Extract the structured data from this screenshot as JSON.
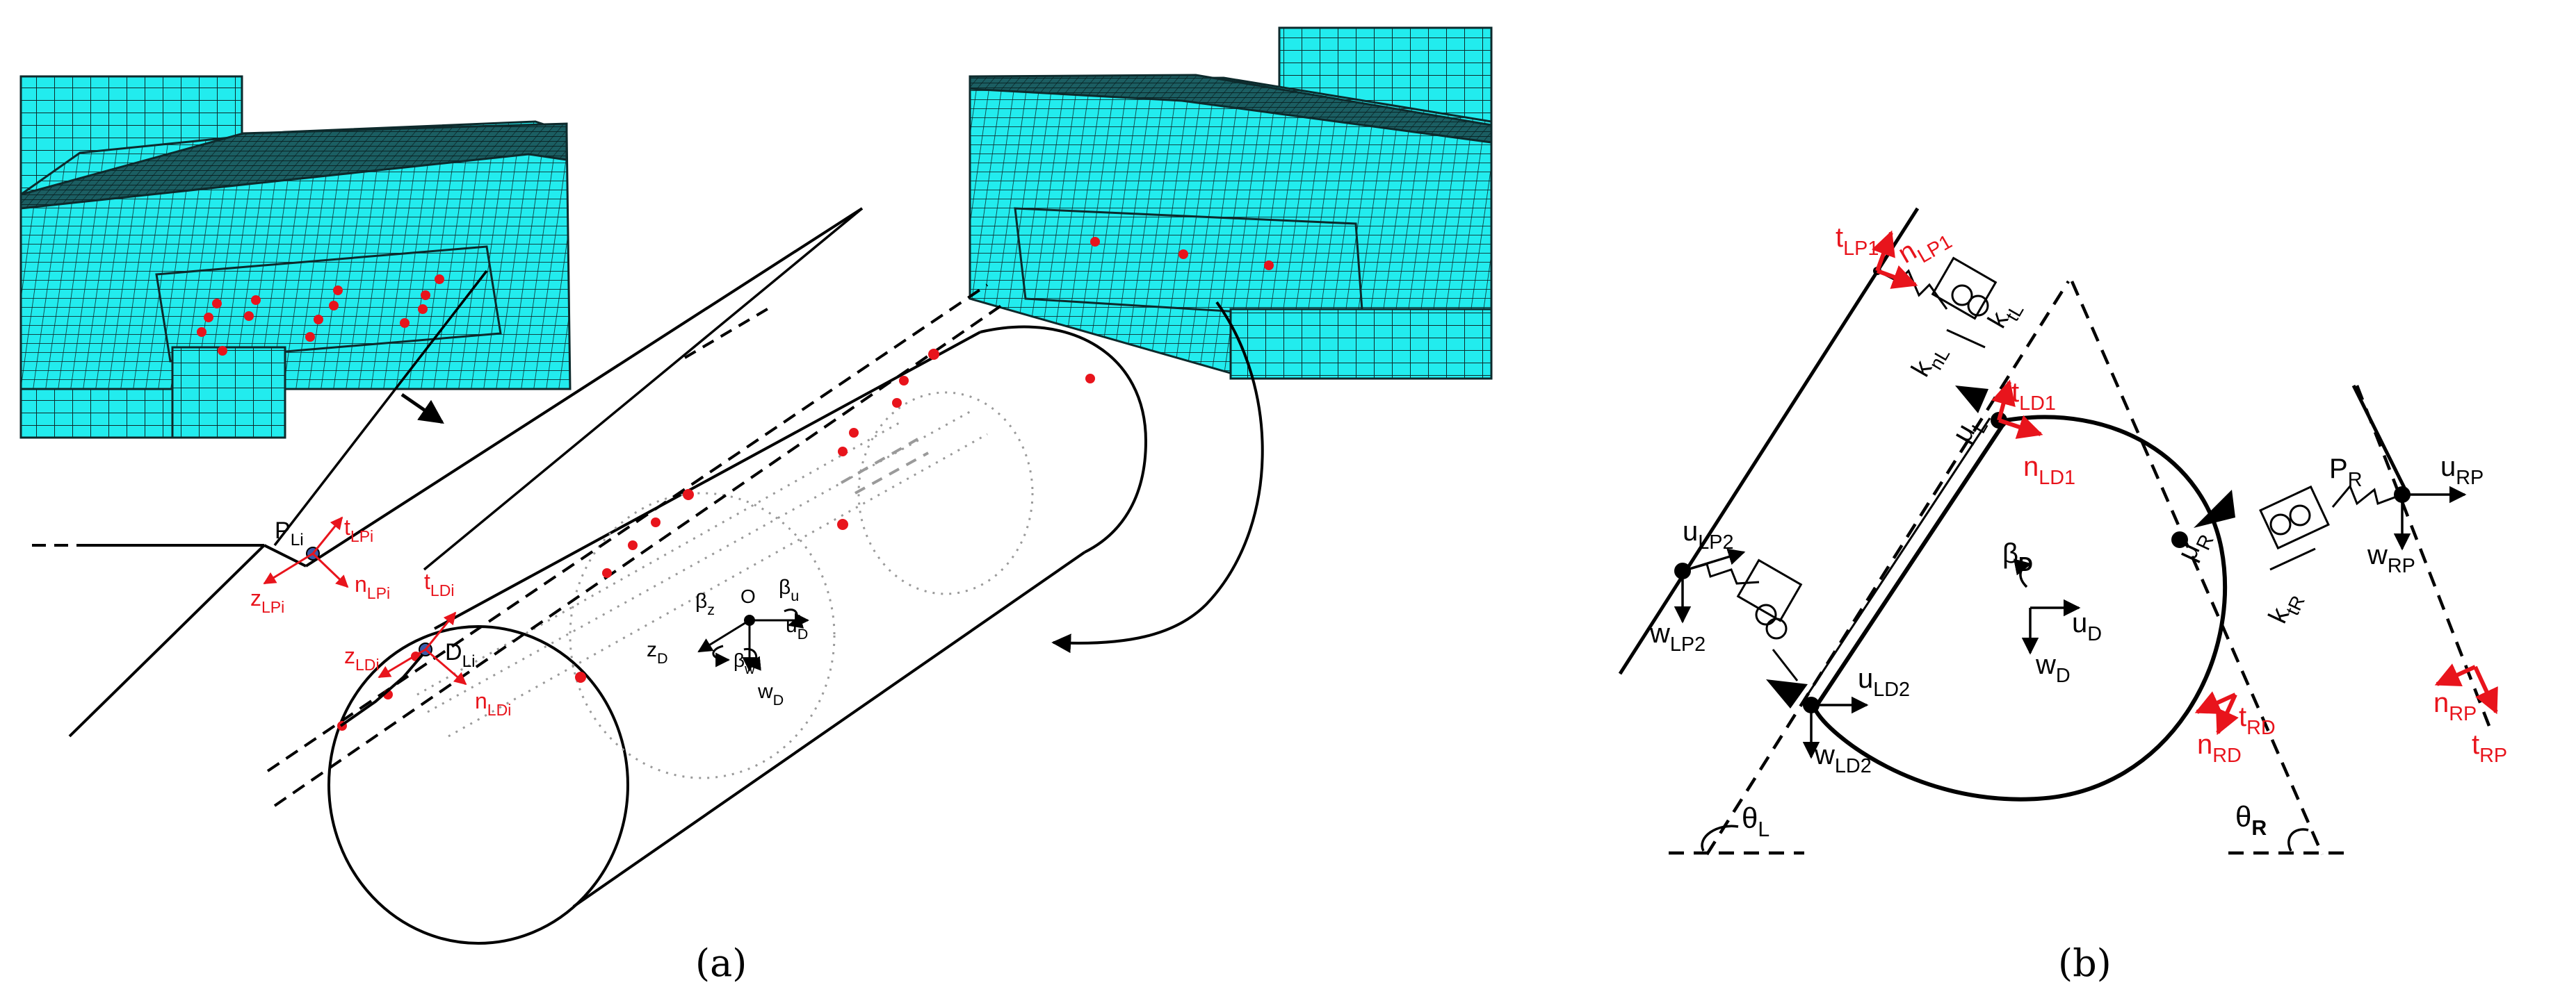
{
  "captions": {
    "a": "(a)",
    "b": "(b)"
  },
  "colors": {
    "mesh": "#22ecee",
    "mesh_line": "#0d2a2c",
    "red": "#e8141c",
    "gray": "#9a9a9a",
    "black": "#000000"
  },
  "panel_a": {
    "P": {
      "main": "P",
      "sub": "Li"
    },
    "D": {
      "main": "D",
      "sub": "Li"
    },
    "tLP": {
      "main": "t",
      "sub": "LPi"
    },
    "nLP": {
      "main": "n",
      "sub": "LPi"
    },
    "zLP": {
      "main": "z",
      "sub": "LPi"
    },
    "tLD": {
      "main": "t",
      "sub": "LDi"
    },
    "zLD": {
      "main": "z",
      "sub": "LDi"
    },
    "nLD": {
      "main": "n",
      "sub": "LDi"
    },
    "O": "O",
    "beta_z": {
      "main": "β",
      "sub": "z"
    },
    "beta_u": {
      "main": "β",
      "sub": "u"
    },
    "beta_w": {
      "main": "β",
      "sub": "w"
    },
    "uD": {
      "main": "u",
      "sub": "D"
    },
    "zD": {
      "main": "z",
      "sub": "D"
    },
    "wD": {
      "main": "w",
      "sub": "D"
    }
  },
  "panel_b": {
    "tLP1": {
      "main": "t",
      "sub": "LP1"
    },
    "nLP1": {
      "main": "n",
      "sub": "LP1"
    },
    "knL": {
      "main": "k",
      "sub": "nL"
    },
    "ktL": {
      "main": "k",
      "sub": "tL"
    },
    "muL": {
      "main": "μ",
      "sub": "L"
    },
    "tLD1": {
      "main": "t",
      "sub": "LD1"
    },
    "nLD1": {
      "main": "n",
      "sub": "LD1"
    },
    "uLP2": {
      "main": "u",
      "sub": "LP2"
    },
    "wLP2": {
      "main": "w",
      "sub": "LP2"
    },
    "betaD": {
      "main": "β",
      "sub": "D"
    },
    "uD": {
      "main": "u",
      "sub": "D"
    },
    "wD": {
      "main": "w",
      "sub": "D"
    },
    "uLD2": {
      "main": "u",
      "sub": "LD2"
    },
    "wLD2": {
      "main": "w",
      "sub": "LD2"
    },
    "thetaL": {
      "main": "θ",
      "sub": "L"
    },
    "muR": {
      "main": "μ",
      "sub": "R"
    },
    "ktR": {
      "main": "k",
      "sub": "tR"
    },
    "PR": {
      "main": "P",
      "sub": "R"
    },
    "uRP": {
      "main": "u",
      "sub": "RP"
    },
    "wRP": {
      "main": "w",
      "sub": "RP"
    },
    "tRD": {
      "main": "t",
      "sub": "RD"
    },
    "nRD": {
      "main": "n",
      "sub": "RD"
    },
    "nRP": {
      "main": "n",
      "sub": "RP"
    },
    "tRP": {
      "main": "t",
      "sub": "RP"
    },
    "thetaR": {
      "main": "θ",
      "sub": "R"
    }
  }
}
